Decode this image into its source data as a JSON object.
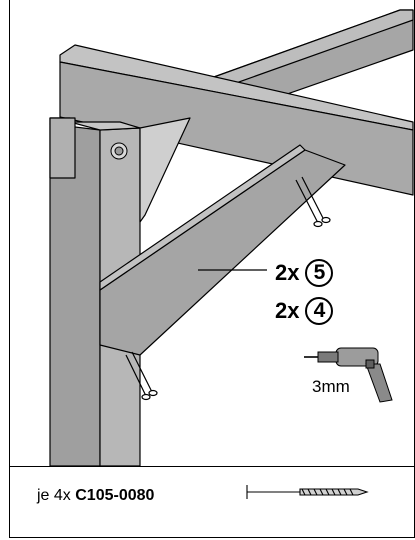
{
  "callouts": [
    {
      "qty": "2x",
      "part": "5"
    },
    {
      "qty": "2x",
      "part": "4"
    }
  ],
  "drill": {
    "label": "3mm"
  },
  "parts_list": {
    "prefix": "je 4x",
    "code": "C105-0080"
  },
  "colors": {
    "wood_light": "#b9b9b9",
    "wood_mid": "#a2a2a2",
    "wood_dark": "#8e8e8e",
    "line": "#000000"
  }
}
